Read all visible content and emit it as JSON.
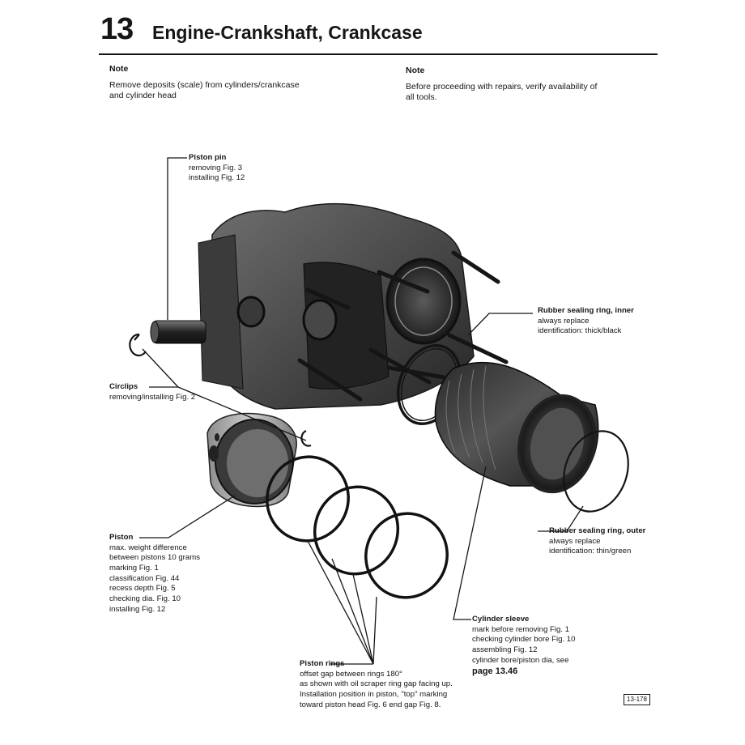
{
  "header": {
    "chapter_number": "13",
    "chapter_title": "Engine-Crankshaft, Crankcase"
  },
  "notes": [
    {
      "heading": "Note",
      "lines": [
        "Remove deposits (scale) from cylinders/crankcase",
        "and cylinder head"
      ]
    },
    {
      "heading": "Note",
      "lines": [
        "Before proceeding with repairs, verify availability of",
        "all tools."
      ]
    }
  ],
  "callouts": {
    "piston_pin": {
      "title": "Piston pin",
      "lines": [
        "removing Fig. 3",
        "installing Fig. 12"
      ]
    },
    "circlips": {
      "title": "Circlips",
      "lines": [
        "removing/installing Fig. 2"
      ]
    },
    "piston": {
      "title": "Piston",
      "lines": [
        "max. weight difference",
        "between pistons 10 grams",
        "marking Fig. 1",
        "classification Fig. 44",
        "recess depth Fig. 5",
        "checking dia. Fig. 10",
        "installing Fig. 12"
      ]
    },
    "piston_rings": {
      "title": "Piston rings",
      "lines": [
        "offset gap between rings 180°",
        "as shown with oil scraper ring gap facing up.",
        "Installation position in piston, \"top\" marking",
        "toward piston head Fig. 6 end gap Fig. 8."
      ]
    },
    "seal_inner": {
      "title": "Rubber sealing ring, inner",
      "lines": [
        "always replace",
        "identification: thick/black"
      ]
    },
    "seal_outer": {
      "title": "Rubber sealing ring, outer",
      "lines": [
        "always replace",
        "identification: thin/green"
      ]
    },
    "cylinder_sleeve": {
      "title": "Cylinder sleeve",
      "lines": [
        "mark before removing Fig. 1",
        "checking cylinder bore Fig. 10",
        "assembling Fig. 12",
        "cylinder bore/piston dia, see"
      ],
      "page_ref": "page 13.46"
    }
  },
  "page_id": "13-178"
}
